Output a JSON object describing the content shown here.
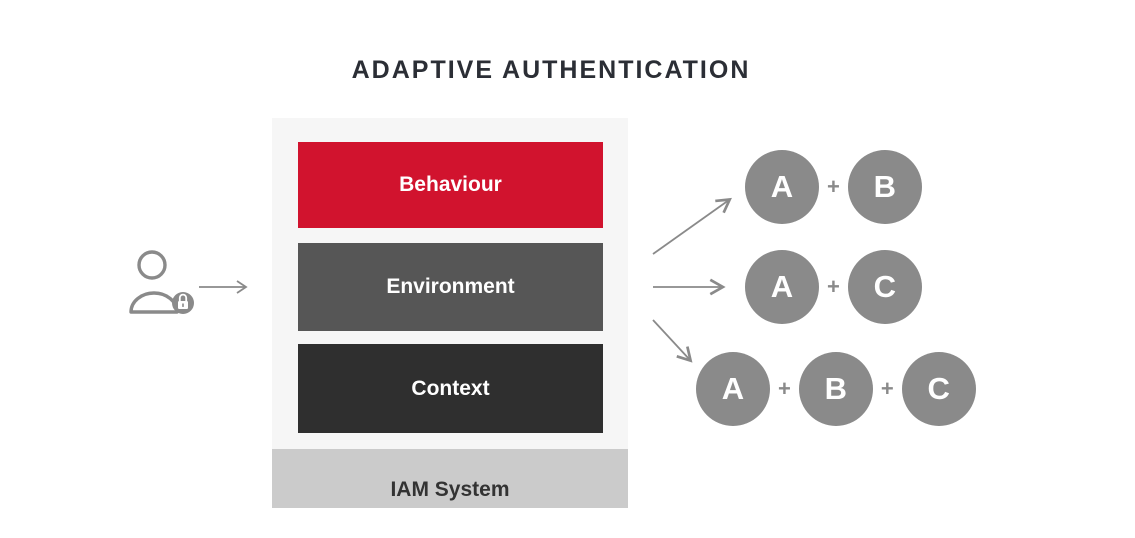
{
  "title": "ADAPTIVE AUTHENTICATION",
  "actor": {
    "icon": "user-lock-icon",
    "flow_arrow_icon": "arrow-right-icon"
  },
  "stack": {
    "layers": [
      {
        "label": "Behaviour",
        "color": "#d1132e"
      },
      {
        "label": "Environment",
        "color": "#565656"
      },
      {
        "label": "Context",
        "color": "#2f2f2f"
      }
    ],
    "base": {
      "label": "IAM System",
      "color": "#cbcbcb"
    }
  },
  "combinations": {
    "plus_sign": "+",
    "circle_color": "#8a8a8a",
    "rows": [
      {
        "factors": [
          "A",
          "B"
        ]
      },
      {
        "factors": [
          "A",
          "C"
        ]
      },
      {
        "factors": [
          "A",
          "B",
          "C"
        ]
      }
    ]
  },
  "colors": {
    "background": "#ffffff",
    "panel": "#f6f6f6",
    "title_text": "#2b2e35",
    "arrow": "#8a8a8a",
    "layer_text": "#ffffff",
    "base_text": "#333333"
  }
}
